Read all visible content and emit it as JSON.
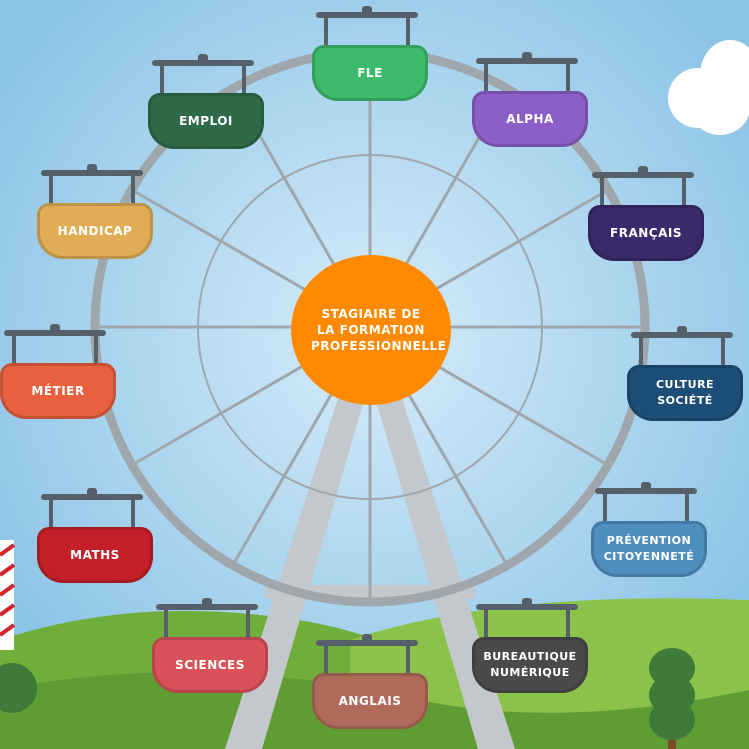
{
  "hub": {
    "label": "STAGIAIRE DE LA FORMATION PROFESSIONNELLE",
    "color": "#ff8a00"
  },
  "cabins": [
    {
      "label": "FLE",
      "color": "#3dbb6a"
    },
    {
      "label": "ALPHA",
      "color": "#8c5ec8"
    },
    {
      "label": "FRANÇAIS",
      "color": "#3b2a6b"
    },
    {
      "label": "CULTURE SOCIÉTÉ",
      "color": "#1d4e78"
    },
    {
      "label": "PRÉVENTION CITOYENNETÉ",
      "color": "#4f8fc0"
    },
    {
      "label": "BUREAUTIQUE NUMÉRIQUE",
      "color": "#4a4a4a"
    },
    {
      "label": "ANGLAIS",
      "color": "#b06a5a"
    },
    {
      "label": "SCIENCES",
      "color": "#d9525a"
    },
    {
      "label": "MATHS",
      "color": "#c3202a"
    },
    {
      "label": "MÉTIER",
      "color": "#e8603e"
    },
    {
      "label": "HANDICAP",
      "color": "#e0ad55"
    },
    {
      "label": "EMPLOI",
      "color": "#2f6a48"
    }
  ]
}
